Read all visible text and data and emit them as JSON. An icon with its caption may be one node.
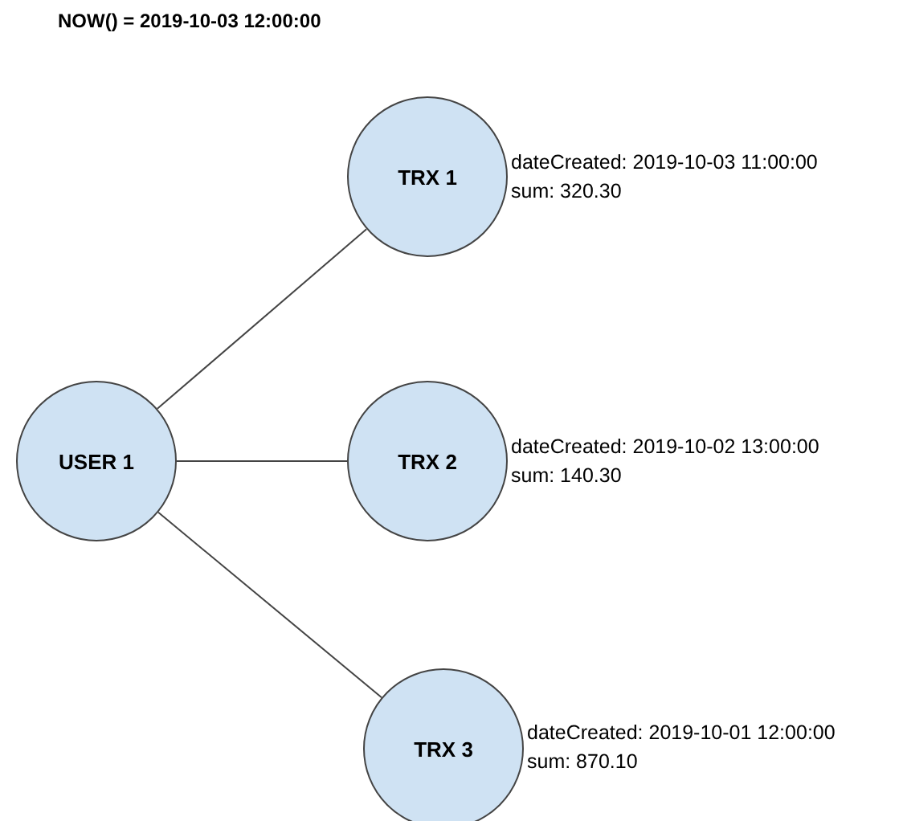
{
  "diagram": {
    "title": "NOW() = 2019-10-03 12:00:00",
    "nodes": [
      {
        "text": [
          "USER 1"
        ]
      },
      {
        "text": [
          "TRX 1"
        ],
        "beside": [
          "dateCreated: 2019-10-03 11:00:00",
          "sum: 320.30"
        ]
      },
      {
        "text": [
          "TRX 2"
        ],
        "beside": [
          "dateCreated: 2019-10-02 13:00:00",
          "sum: 140.30"
        ]
      },
      {
        "text": [
          "TRX 3"
        ],
        "beside": [
          "dateCreated: 2019-10-01 12:00:00",
          "sum: 870.10"
        ]
      }
    ],
    "edges": [
      {
        "from": 0,
        "to": 1,
        "arrow": "none"
      },
      {
        "from": 0,
        "to": 2,
        "arrow": "none"
      },
      {
        "from": 0,
        "to": 3,
        "arrow": "none"
      }
    ]
  }
}
